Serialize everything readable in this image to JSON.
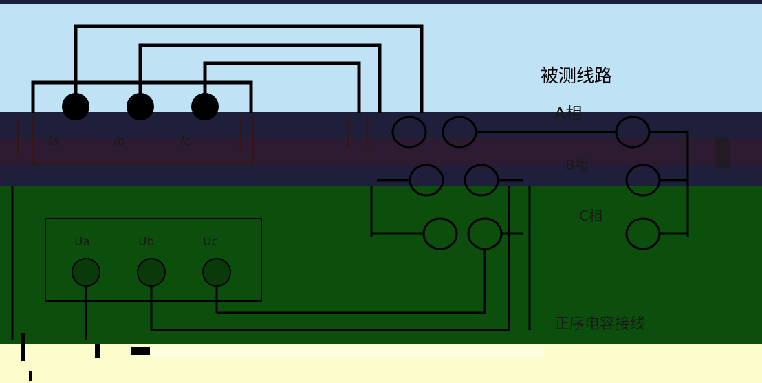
{
  "labels": {
    "line_under_test": "被测线路",
    "phase_a": "A相",
    "phase_b": "B相",
    "phase_c": "C相",
    "positive_sequence_capacitance_wiring": "正序电容接线"
  },
  "current_terminals": [
    "Ia",
    "Ib",
    "Ic"
  ],
  "voltage_terminals": [
    "Ua",
    "Ub",
    "Uc"
  ],
  "colors": {
    "sky": "#bfe3f5",
    "dark_band": "#1d1f3b",
    "green_band": "#0c4f0d",
    "cream_band": "#fcfccd",
    "wire": "#000000"
  }
}
